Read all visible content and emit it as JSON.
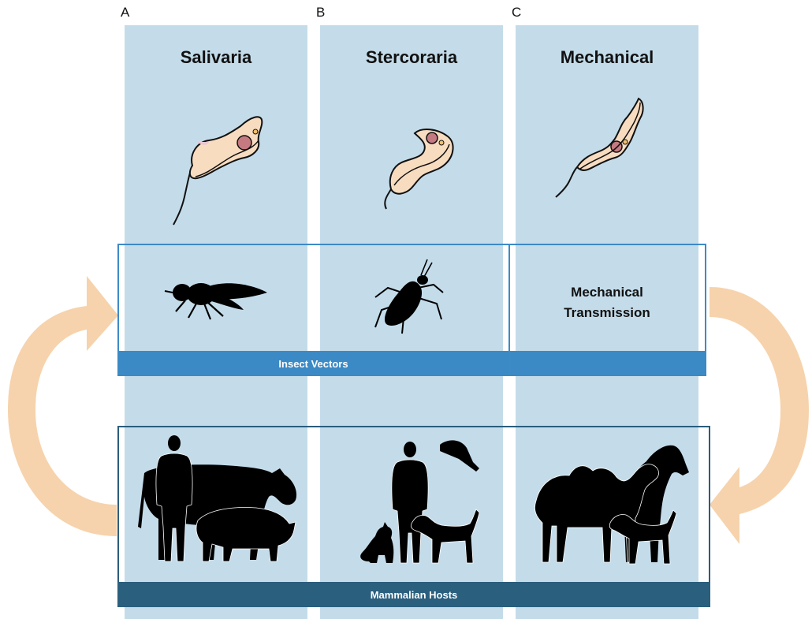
{
  "panels": [
    {
      "letter": "A",
      "title": "Salivaria"
    },
    {
      "letter": "B",
      "title": "Stercoraria"
    },
    {
      "letter": "C",
      "title": "Mechanical"
    }
  ],
  "vectors": {
    "label": "Insect Vectors",
    "mechanical_line1": "Mechanical",
    "mechanical_line2": "Transmission",
    "icons": [
      "tsetse-fly-icon",
      "triatomine-bug-icon"
    ]
  },
  "hosts": {
    "label": "Mammalian Hosts",
    "icons": [
      "human-icon",
      "cow-icon",
      "pig-icon",
      "cat-icon",
      "dog-icon",
      "armadillo-icon",
      "camel-icon",
      "horse-icon"
    ]
  },
  "colors": {
    "column_bg": "#c4dcea",
    "vector_blue": "#3b8ac5",
    "host_dark_blue": "#2b5f7e",
    "cycle_arrow": "#f6d3ac",
    "parasite_body": "#f8dcc0",
    "nucleus": "#c47a80"
  }
}
